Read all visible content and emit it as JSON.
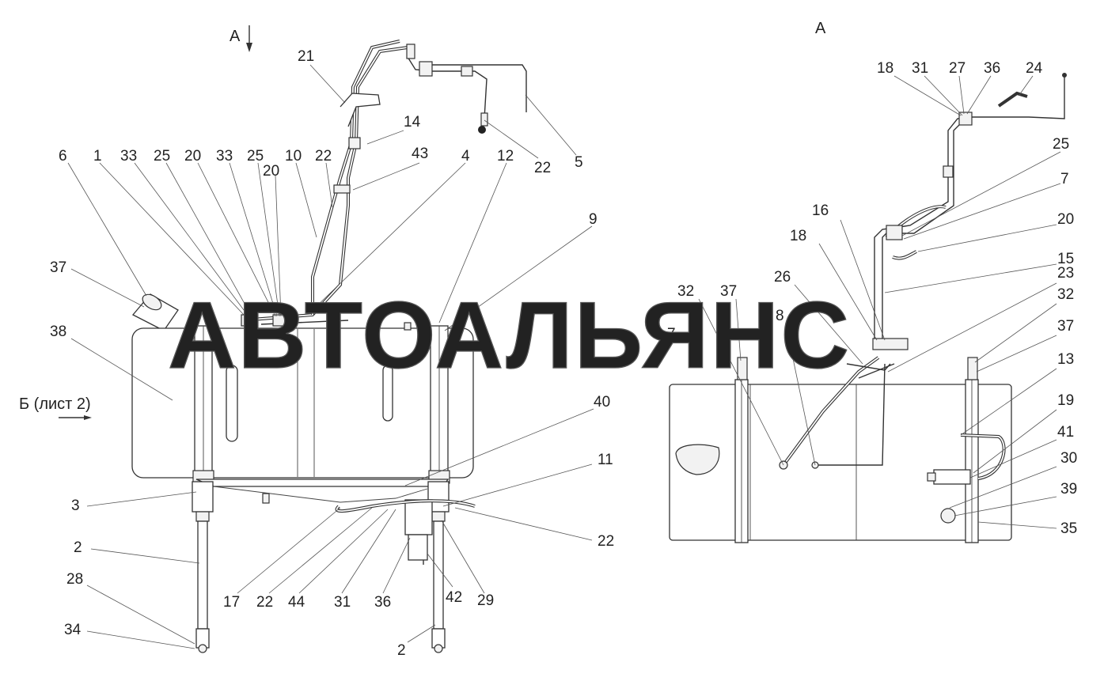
{
  "watermark": "АВТОАЛЬЯНС",
  "view_labels": {
    "view_a_arrow": "А",
    "view_a_title": "А",
    "view_b_ref": "Б (лист 2)"
  },
  "callouts": [
    {
      "id": "l-a-1",
      "text": "21"
    },
    {
      "id": "l-a-2",
      "text": "14"
    },
    {
      "id": "l-a-3",
      "text": "6"
    },
    {
      "id": "l-a-4",
      "text": "1"
    },
    {
      "id": "l-a-5",
      "text": "33"
    },
    {
      "id": "l-a-6",
      "text": "25"
    },
    {
      "id": "l-a-7",
      "text": "20"
    },
    {
      "id": "l-a-8",
      "text": "33"
    },
    {
      "id": "l-a-9",
      "text": "25"
    },
    {
      "id": "l-a-10",
      "text": "20"
    },
    {
      "id": "l-a-11",
      "text": "10"
    },
    {
      "id": "l-a-12",
      "text": "22"
    },
    {
      "id": "l-a-13",
      "text": "43"
    },
    {
      "id": "l-a-14",
      "text": "4"
    },
    {
      "id": "l-a-15",
      "text": "12"
    },
    {
      "id": "l-a-16",
      "text": "22"
    },
    {
      "id": "l-a-17",
      "text": "5"
    },
    {
      "id": "l-a-18",
      "text": "9"
    },
    {
      "id": "l-a-19",
      "text": "37"
    },
    {
      "id": "l-a-20",
      "text": "38"
    },
    {
      "id": "l-a-21",
      "text": "40"
    },
    {
      "id": "l-a-22",
      "text": "11"
    },
    {
      "id": "l-a-23",
      "text": "3"
    },
    {
      "id": "l-a-24",
      "text": "22"
    },
    {
      "id": "l-a-25",
      "text": "2"
    },
    {
      "id": "l-a-26",
      "text": "28"
    },
    {
      "id": "l-a-27",
      "text": "17"
    },
    {
      "id": "l-a-28",
      "text": "22"
    },
    {
      "id": "l-a-29",
      "text": "44"
    },
    {
      "id": "l-a-30",
      "text": "31"
    },
    {
      "id": "l-a-31",
      "text": "36"
    },
    {
      "id": "l-a-32",
      "text": "42"
    },
    {
      "id": "l-a-33",
      "text": "29"
    },
    {
      "id": "l-a-34",
      "text": "34"
    },
    {
      "id": "l-a-35",
      "text": "2"
    },
    {
      "id": "l-b-1",
      "text": "18"
    },
    {
      "id": "l-b-2",
      "text": "31"
    },
    {
      "id": "l-b-3",
      "text": "27"
    },
    {
      "id": "l-b-4",
      "text": "36"
    },
    {
      "id": "l-b-5",
      "text": "24"
    },
    {
      "id": "l-b-6",
      "text": "25"
    },
    {
      "id": "l-b-7",
      "text": "7"
    },
    {
      "id": "l-b-8",
      "text": "16"
    },
    {
      "id": "l-b-9",
      "text": "20"
    },
    {
      "id": "l-b-10",
      "text": "18"
    },
    {
      "id": "l-b-11",
      "text": "15"
    },
    {
      "id": "l-b-12",
      "text": "26"
    },
    {
      "id": "l-b-13",
      "text": "23"
    },
    {
      "id": "l-b-14",
      "text": "32"
    },
    {
      "id": "l-b-15",
      "text": "37"
    },
    {
      "id": "l-b-16",
      "text": "32"
    },
    {
      "id": "l-b-17",
      "text": "8"
    },
    {
      "id": "l-b-18",
      "text": "7"
    },
    {
      "id": "l-b-19",
      "text": "37"
    },
    {
      "id": "l-b-20",
      "text": "13"
    },
    {
      "id": "l-b-21",
      "text": "19"
    },
    {
      "id": "l-b-22",
      "text": "41"
    },
    {
      "id": "l-b-23",
      "text": "30"
    },
    {
      "id": "l-b-24",
      "text": "39"
    },
    {
      "id": "l-b-25",
      "text": "35"
    }
  ]
}
